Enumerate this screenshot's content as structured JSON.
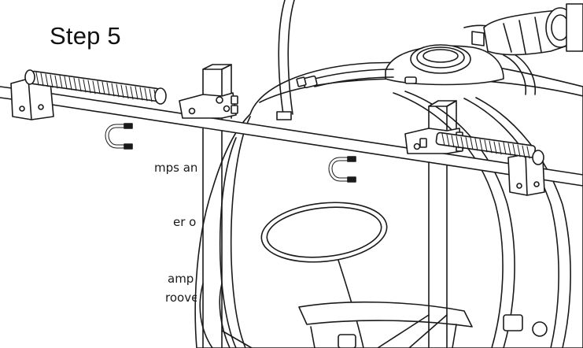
{
  "document": {
    "step_title": "Step 5",
    "instructions": [
      {
        "text": "mps and the"
      },
      {
        "text": "er on the"
      },
      {
        "text": "amp half"
      },
      {
        "text": "roove in"
      }
    ]
  },
  "illustration": {
    "subject": "sprayer tank with boom frame, springs and U-bolt clamps",
    "stroke_color": "#1a1a1a",
    "fill_color": "#ffffff"
  }
}
